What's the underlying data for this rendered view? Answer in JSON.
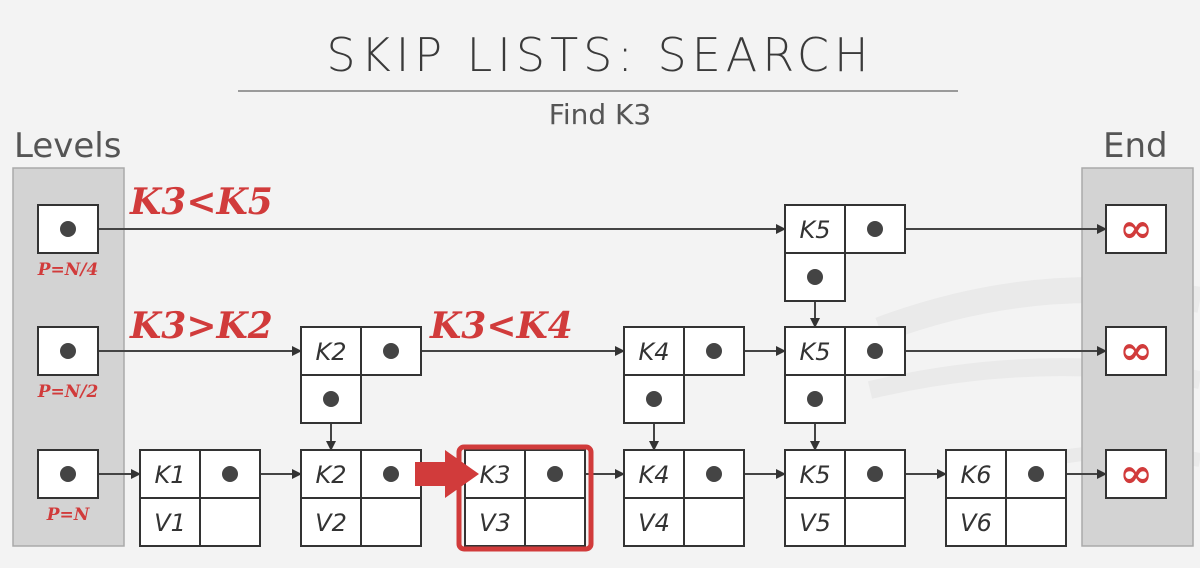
{
  "slide": {
    "title": "SKIP LISTS: SEARCH",
    "subtitle": "Find K3",
    "levels_label": "Levels",
    "end_label": "End"
  },
  "colors": {
    "accent": "#d13b3b",
    "box_fill": "#ffffff",
    "stroke": "#333333",
    "panel": "#d3d3d3",
    "background": "#f3f3f3"
  },
  "levels": [
    {
      "id": "top",
      "probability": "P=N/4",
      "comparison": "K3<K5"
    },
    {
      "id": "mid",
      "probability": "P=N/2",
      "comparisons": [
        "K3>K2",
        "K3<K4"
      ]
    },
    {
      "id": "bottom",
      "probability": "P=N"
    }
  ],
  "nodes": {
    "top": [
      {
        "key": "K5"
      }
    ],
    "mid": [
      {
        "key": "K2"
      },
      {
        "key": "K4"
      },
      {
        "key": "K5"
      }
    ],
    "bottom": [
      {
        "key": "K1",
        "value": "V1"
      },
      {
        "key": "K2",
        "value": "V2"
      },
      {
        "key": "K3",
        "value": "V3",
        "highlighted": true
      },
      {
        "key": "K4",
        "value": "V4"
      },
      {
        "key": "K5",
        "value": "V5"
      },
      {
        "key": "K6",
        "value": "V6"
      }
    ]
  },
  "end_symbol": "∞"
}
